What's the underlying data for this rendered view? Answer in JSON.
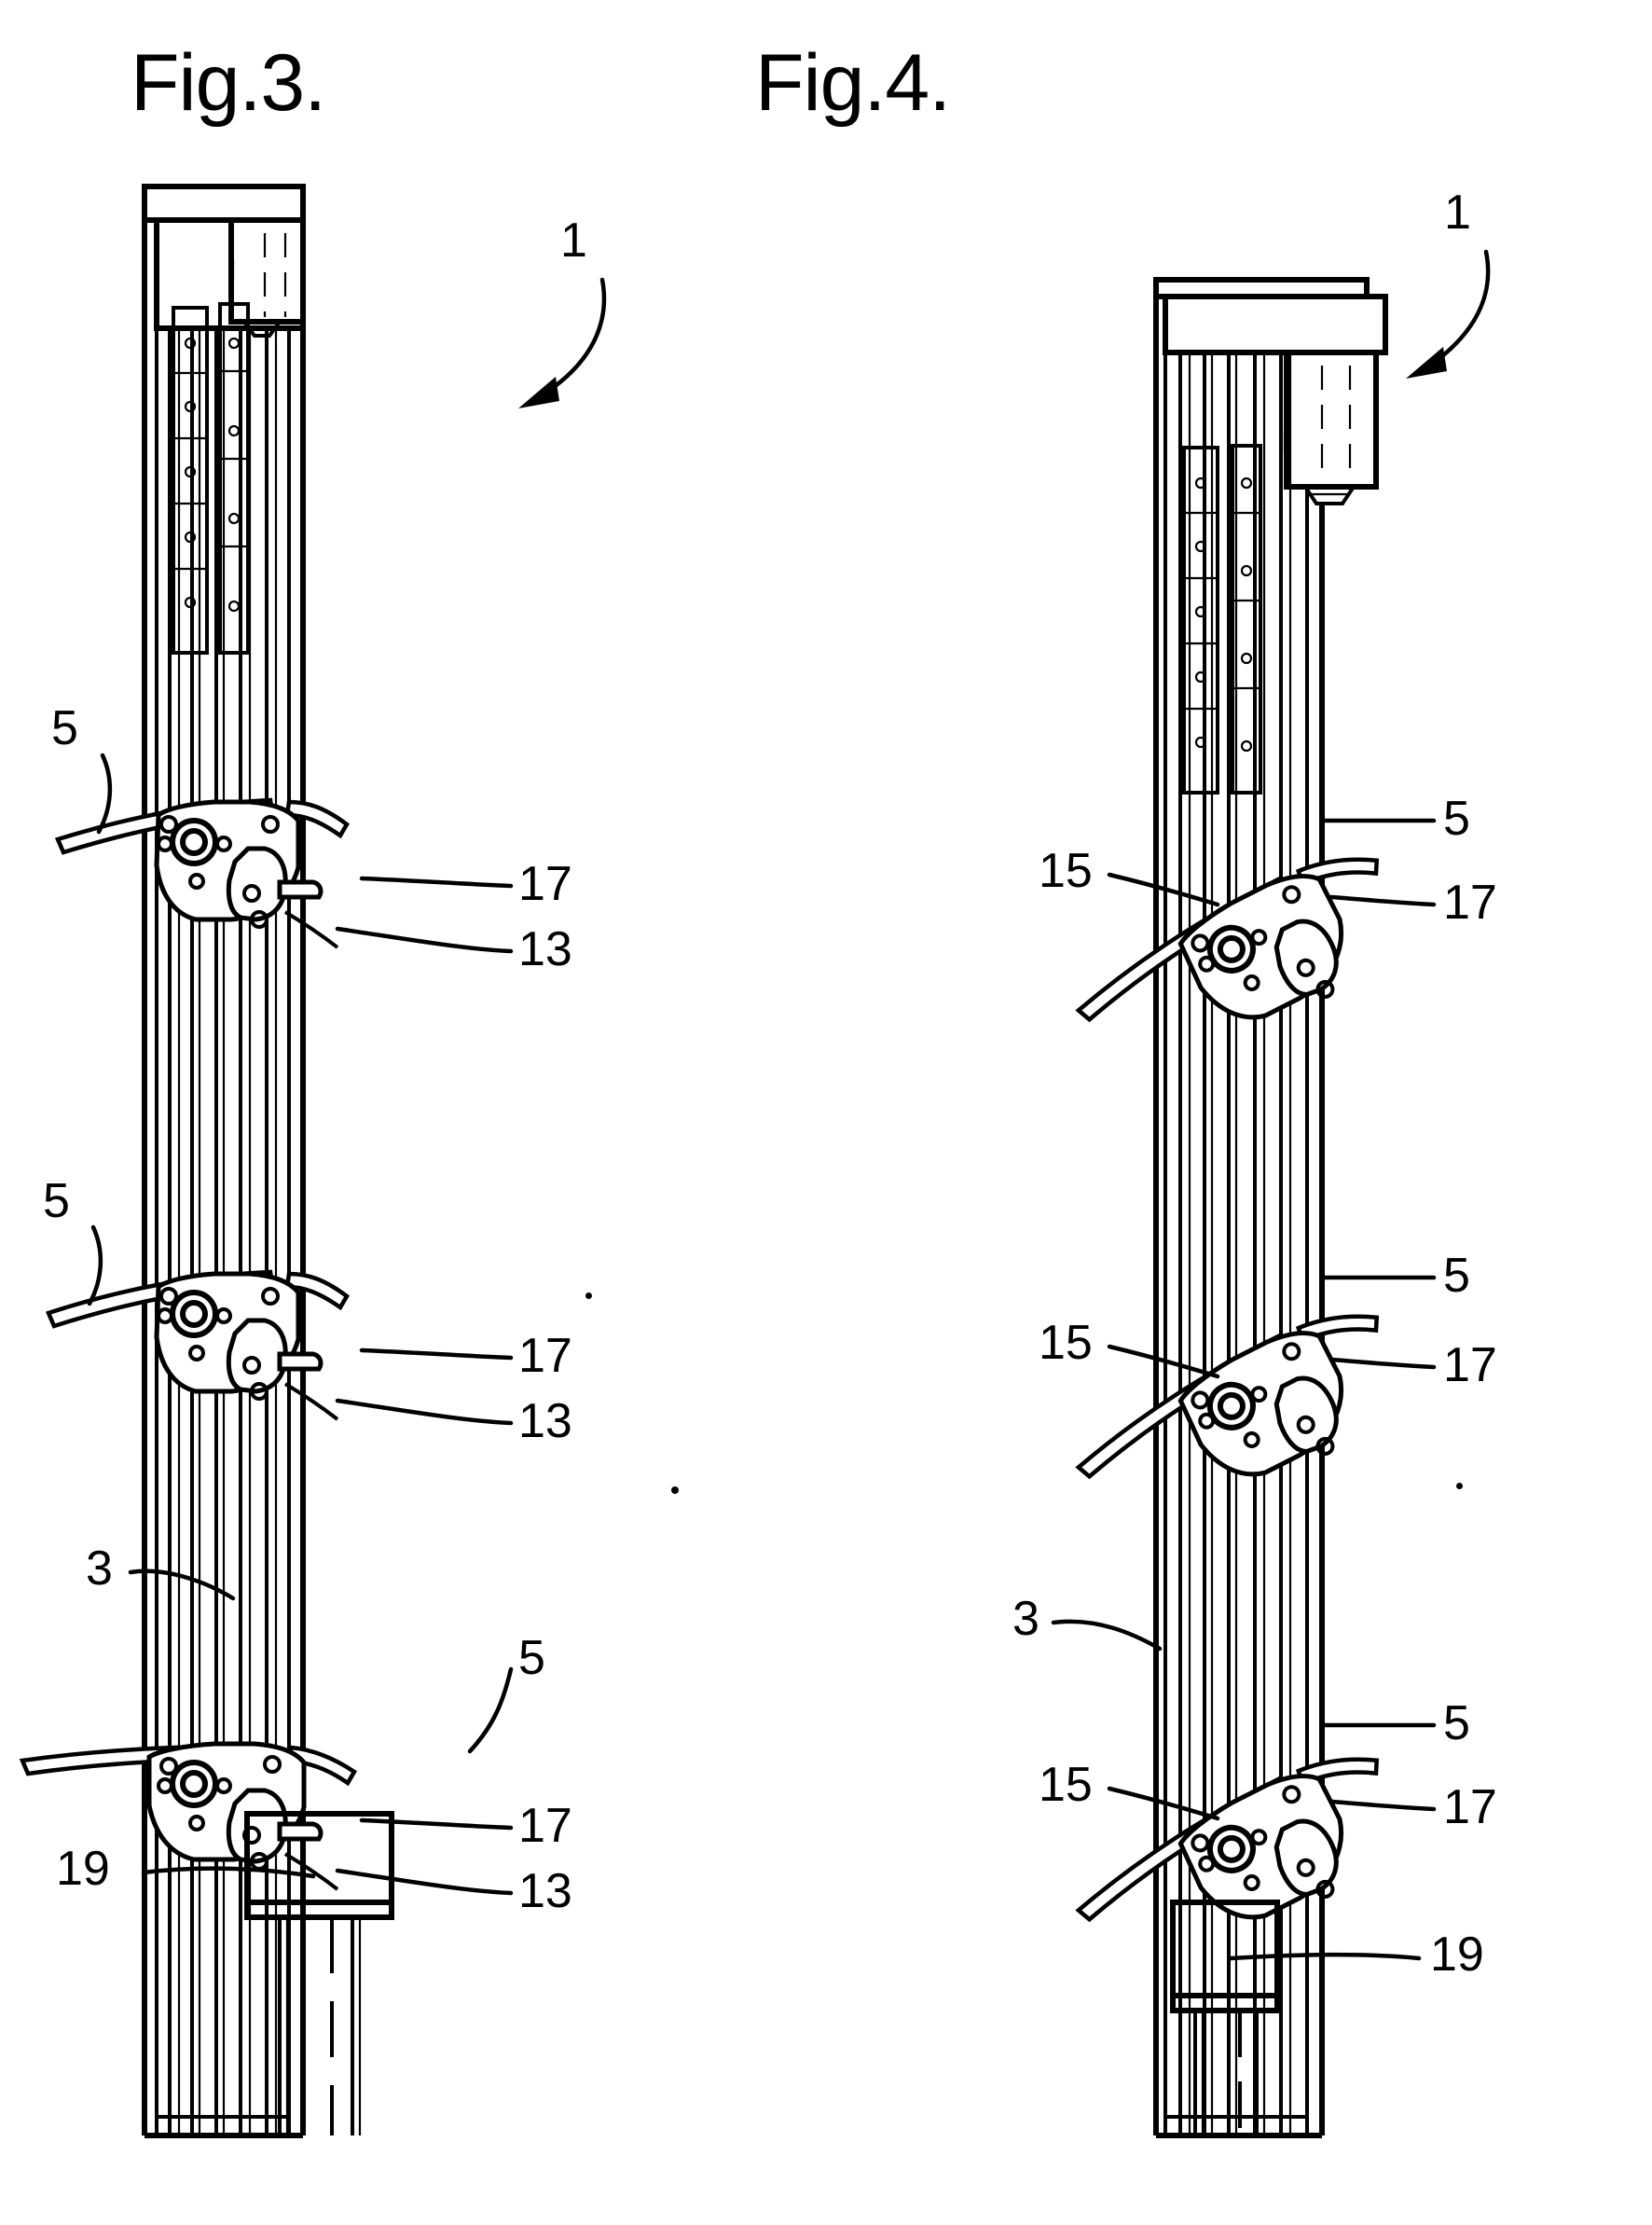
{
  "document": {
    "kind": "patent-drawing-sheet",
    "background_color": "#ffffff",
    "ink_color": "#000000"
  },
  "figures": [
    {
      "id": "fig3",
      "title": "Fig.3.",
      "description": "Elevation view of a mast/column assembly with three cam-and-blade units shown in an un-rotated (horizontal blade) position.",
      "callouts": [
        {
          "ref": "1",
          "text": "1",
          "position": "top-right",
          "leader": "curved-arrow"
        },
        {
          "ref": "5a",
          "text": "5",
          "position": "upper-left",
          "leader": "curved"
        },
        {
          "ref": "17a",
          "text": "17",
          "position": "upper-right",
          "leader": "straight"
        },
        {
          "ref": "13a",
          "text": "13",
          "position": "upper-right",
          "leader": "straight"
        },
        {
          "ref": "5b",
          "text": "5",
          "position": "middle-left",
          "leader": "curved"
        },
        {
          "ref": "17b",
          "text": "17",
          "position": "middle-right",
          "leader": "straight"
        },
        {
          "ref": "13b",
          "text": "13",
          "position": "middle-right",
          "leader": "straight"
        },
        {
          "ref": "3",
          "text": "3",
          "position": "lower-left",
          "leader": "curved"
        },
        {
          "ref": "5c",
          "text": "5",
          "position": "lower-right",
          "leader": "curved"
        },
        {
          "ref": "17c",
          "text": "17",
          "position": "lower-right",
          "leader": "straight"
        },
        {
          "ref": "13c",
          "text": "13",
          "position": "lower-right",
          "leader": "straight"
        },
        {
          "ref": "19",
          "text": "19",
          "position": "bottom-left",
          "leader": "straight"
        }
      ]
    },
    {
      "id": "fig4",
      "title": "Fig.4.",
      "description": "Same mast/column assembly with the three cam-and-blade units rotated (tilted blade) position.",
      "callouts": [
        {
          "ref": "1",
          "text": "1",
          "position": "top-right",
          "leader": "curved-arrow"
        },
        {
          "ref": "15a",
          "text": "15",
          "position": "upper-left",
          "leader": "straight"
        },
        {
          "ref": "5a",
          "text": "5",
          "position": "upper-right",
          "leader": "straight"
        },
        {
          "ref": "17a",
          "text": "17",
          "position": "upper-right",
          "leader": "straight"
        },
        {
          "ref": "15b",
          "text": "15",
          "position": "middle-left",
          "leader": "straight"
        },
        {
          "ref": "5b",
          "text": "5",
          "position": "middle-right",
          "leader": "straight"
        },
        {
          "ref": "17b",
          "text": "17",
          "position": "middle-right",
          "leader": "straight"
        },
        {
          "ref": "3",
          "text": "3",
          "position": "lower-left",
          "leader": "curved"
        },
        {
          "ref": "15c",
          "text": "15",
          "position": "lower-left",
          "leader": "straight"
        },
        {
          "ref": "5c",
          "text": "5",
          "position": "lower-right",
          "leader": "straight"
        },
        {
          "ref": "17c",
          "text": "17",
          "position": "lower-right",
          "leader": "straight"
        },
        {
          "ref": "19",
          "text": "19",
          "position": "bottom-right",
          "leader": "straight"
        }
      ]
    }
  ],
  "fig3_labels": {
    "title": "Fig.3.",
    "one": "1",
    "five_top": "5",
    "seventeen_top": "17",
    "thirteen_top": "13",
    "five_mid": "5",
    "seventeen_mid": "17",
    "thirteen_mid": "13",
    "three": "3",
    "five_bot": "5",
    "seventeen_bot": "17",
    "thirteen_bot": "13",
    "nineteen": "19"
  },
  "fig4_labels": {
    "title": "Fig.4.",
    "one": "1",
    "fifteen_top": "15",
    "five_top": "5",
    "seventeen_top": "17",
    "fifteen_mid": "15",
    "five_mid": "5",
    "seventeen_mid": "17",
    "three": "3",
    "fifteen_bot": "15",
    "five_bot": "5",
    "seventeen_bot": "17",
    "nineteen": "19"
  }
}
